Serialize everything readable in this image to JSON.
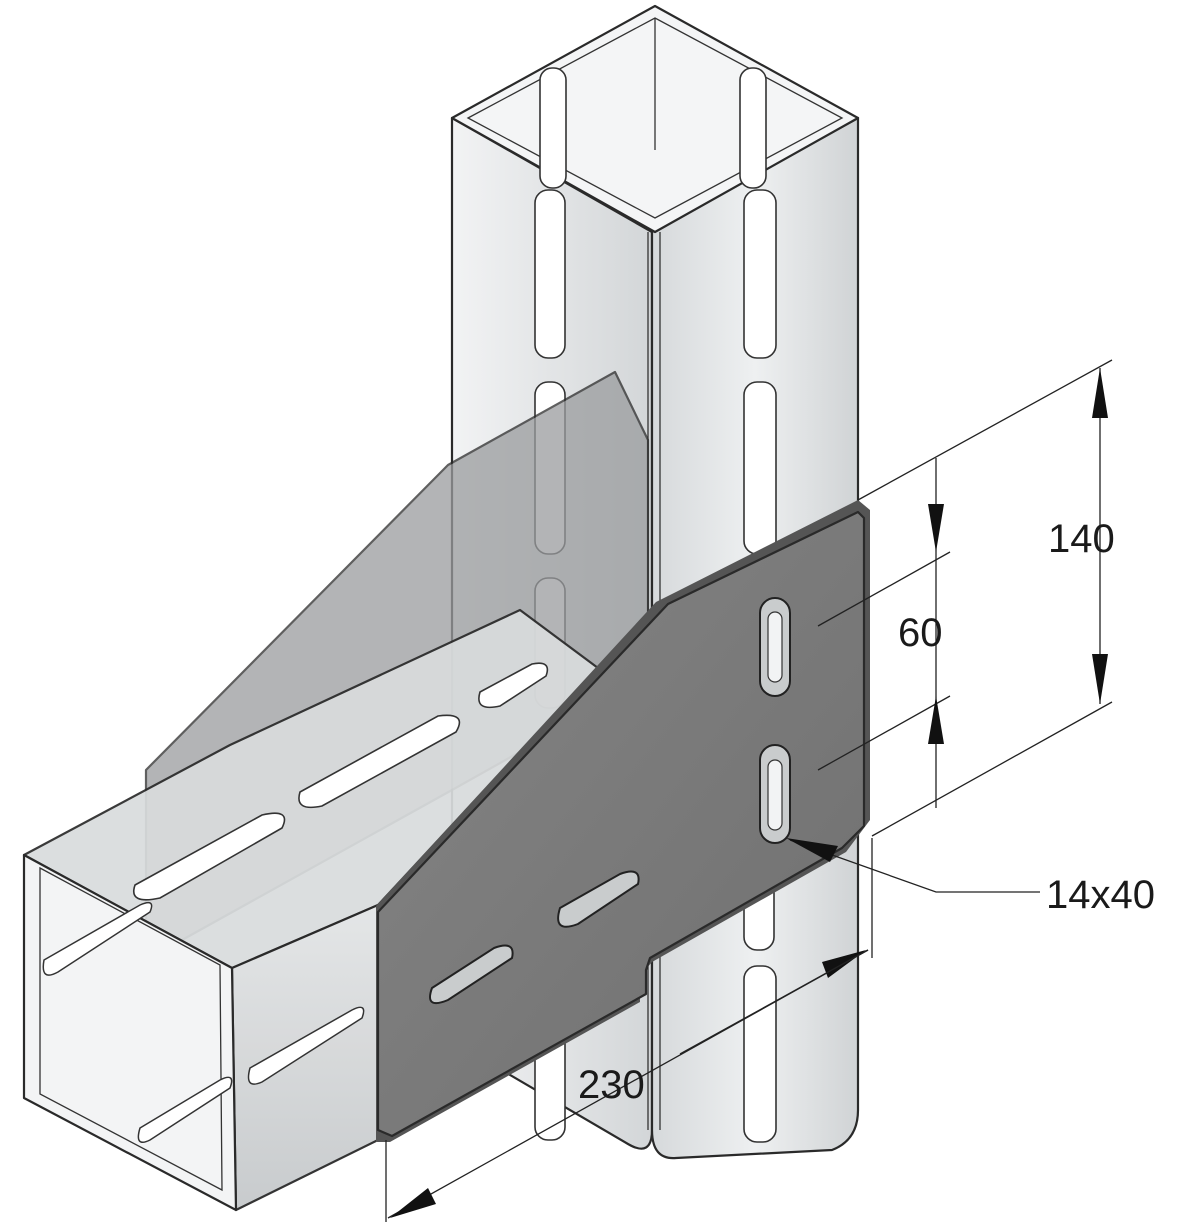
{
  "dimensions": {
    "overall_height": "140",
    "hole_spacing": "60",
    "slot_size": "14x40",
    "plate_width": "230"
  },
  "colors": {
    "tube_light": "#e8eaeb",
    "tube_mid": "#cfd2d4",
    "tube_dark": "#aeb2b5",
    "plate_face": "#7b7b7b",
    "plate_shadow": "#8d8f91",
    "edge": "#2a2a2a"
  }
}
